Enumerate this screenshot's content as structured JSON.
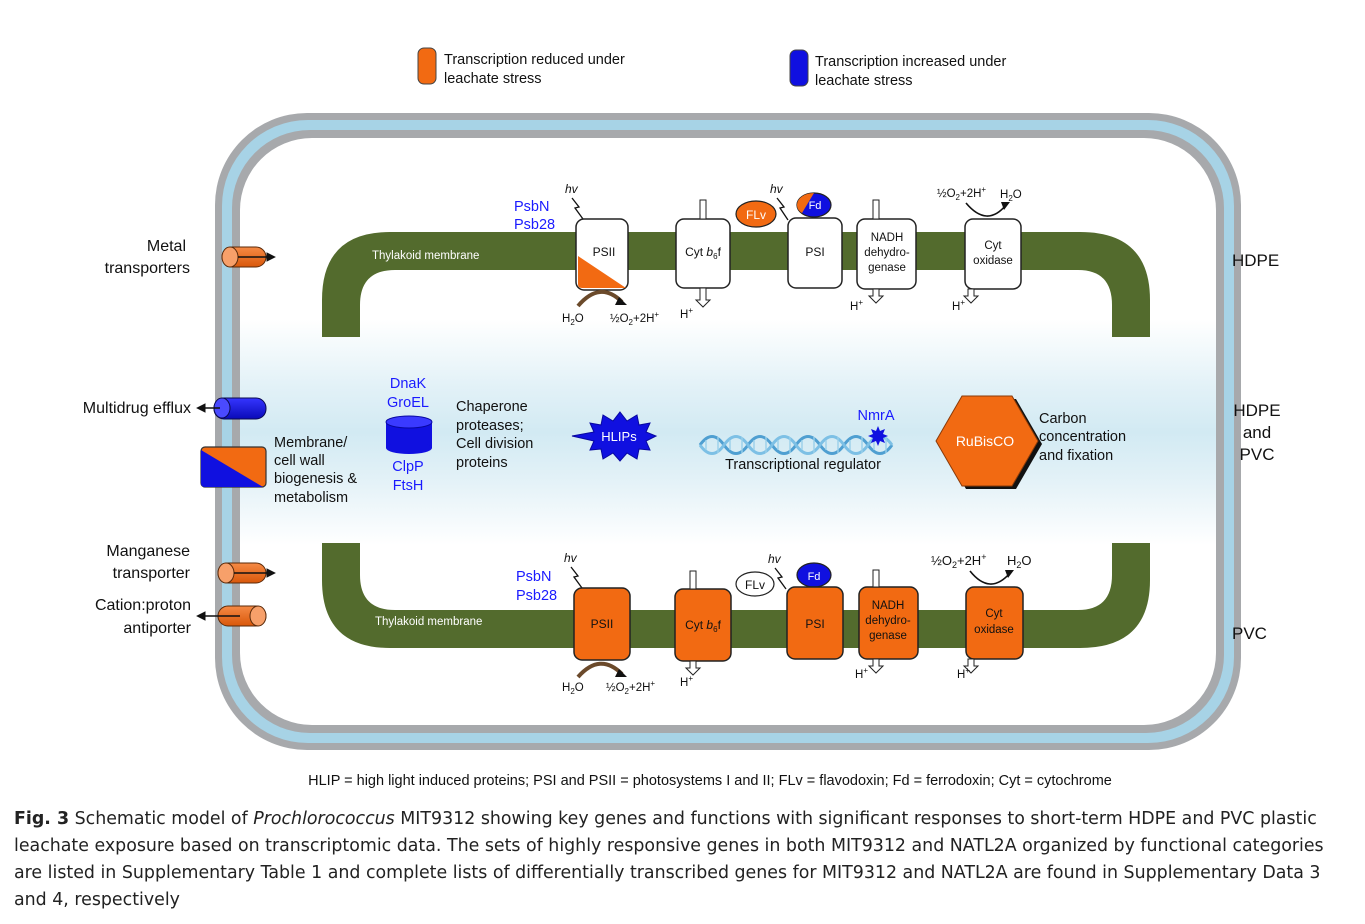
{
  "legend": {
    "reduced": [
      "Transcription reduced under",
      "leachate stress"
    ],
    "increased": [
      "Transcription increased under",
      "leachate stress"
    ]
  },
  "colors": {
    "orange": "#F26A12",
    "blue": "#1010E0",
    "membrane_green": "#536B2D",
    "cell_wall_gray": "#A7A9AC",
    "cell_wall_blue": "#A7D3E6",
    "gene_label_blue": "#1a1aff"
  },
  "side_labels": {
    "metal": [
      "Metal",
      "transporters"
    ],
    "multidrug": "Multidrug efflux",
    "membrane_wall": [
      "Membrane/",
      "cell wall",
      "biogenesis &",
      "metabolism"
    ],
    "manganese": [
      "Manganese",
      "transporter"
    ],
    "cation": [
      "Cation:proton",
      "antiporter"
    ]
  },
  "right_labels": {
    "top": "HDPE",
    "middle": [
      "HDPE",
      "and",
      "PVC"
    ],
    "bottom": "PVC"
  },
  "thylakoid_label": "Thylakoid membrane",
  "complexes": {
    "psbn": "PsbN",
    "psb28": "Psb28",
    "hv": "hv",
    "psii": "PSII",
    "cyt_b6f_prefix": "Cyt ",
    "cyt_b6f_b": "b",
    "cyt_b6f_sub": "6",
    "cyt_b6f_suffix": "f",
    "flv": "FLv",
    "fd": "Fd",
    "psi": "PSI",
    "nadh": [
      "NADH",
      "dehydro-",
      "genase"
    ],
    "cyt_oxidase": [
      "Cyt",
      "oxidase"
    ],
    "h2o": "H2O",
    "o2_half": "½O2+2H+",
    "h_plus": "H+"
  },
  "middle": {
    "chaperone_genes_top": [
      "DnaK",
      "GroEL"
    ],
    "chaperone_genes_bottom": [
      "ClpP",
      "FtsH"
    ],
    "chaperone_text": [
      "Chaperone",
      "proteases;",
      "Cell division",
      "proteins"
    ],
    "hlips": "HLIPs",
    "nmra": "NmrA",
    "transcriptional_regulator": "Transcriptional regulator",
    "rubisco": "RuBisCO",
    "carbon_text": [
      "Carbon",
      "concentration",
      "and fixation"
    ]
  },
  "footnote": "HLIP = high light induced proteins; PSI and PSII = photosystems I and II; FLv = flavodoxin; Fd = ferrodoxin; Cyt = cytochrome",
  "caption": {
    "fig_label": "Fig. 3",
    "text_before_italic": " Schematic model of ",
    "italic": "Prochlorococcus",
    "text_after_italic": " MIT9312 showing key genes and functions with significant responses to short-term HDPE and PVC plastic leachate exposure based on transcriptomic data. The sets of highly responsive genes in both MIT9312 and NATL2A organized by functional categories are listed in Supplementary Table 1 and complete lists of differentially transcribed genes for MIT9312 and NATL2A are found in Supplementary Data 3 and 4, respectively"
  }
}
